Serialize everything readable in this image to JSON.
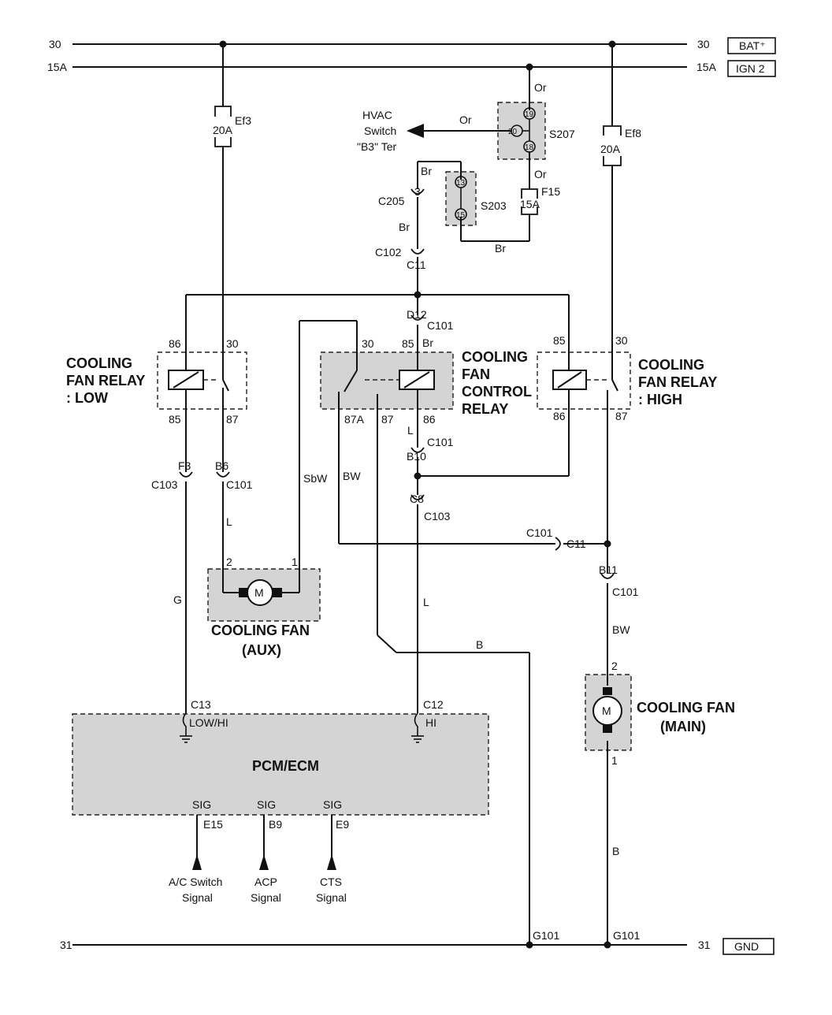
{
  "rails": {
    "bat_left": "30",
    "bat_right": "30",
    "bat_box": "BAT⁺",
    "ign_left": "15A",
    "ign_right": "15A",
    "ign_box": "IGN 2",
    "gnd_left": "31",
    "gnd_right": "31",
    "gnd_box": "GND"
  },
  "fuses": {
    "ef3_name": "Ef3",
    "ef3_rating": "20A",
    "ef8_name": "Ef8",
    "ef8_rating": "20A",
    "f15_name": "F15",
    "f15_rating": "15A"
  },
  "hvac": {
    "line1": "HVAC",
    "line2": "Switch",
    "line3": "\"B3\" Ter"
  },
  "splices": {
    "s207": "S207",
    "s207_p1": "19",
    "s207_p2": "20",
    "s207_p3": "18",
    "s203": "S203",
    "s203_p1": "13",
    "s203_p2": "15"
  },
  "connectors": {
    "c205": "C205",
    "c205_pin": "3",
    "c102": "C102",
    "c102_pin": "C11",
    "c101_d12_pin": "D12",
    "c101_d12": "C101",
    "c101_b10_pin": "B10",
    "c101_b10": "C101",
    "c103_c8_pin": "C8",
    "c103_c8": "C103",
    "c103_f3_pin": "F3",
    "c103_f3": "C103",
    "c101_b6_pin": "B6",
    "c101_b6": "C101",
    "c101_c11": "C101",
    "c101_c11_pin": "C11",
    "c101_b11_pin": "B11",
    "c101_b11": "C101"
  },
  "wires": {
    "or1": "Or",
    "or2": "Or",
    "or3": "Or",
    "br1": "Br",
    "br2": "Br",
    "br3": "Br",
    "br4": "Br",
    "l1": "L",
    "l2": "L",
    "l3": "L",
    "sbw": "SbW",
    "bw1": "BW",
    "bw2": "BW",
    "g": "G",
    "b1": "B",
    "b2": "B"
  },
  "relay_low": {
    "title1": "COOLING",
    "title2": "FAN RELAY",
    "title3": ": LOW",
    "p86": "86",
    "p30": "30",
    "p85": "85",
    "p87": "87"
  },
  "relay_ctrl": {
    "title1": "COOLING",
    "title2": "FAN",
    "title3": "CONTROL",
    "title4": "RELAY",
    "p30": "30",
    "p85": "85",
    "p87a": "87A",
    "p87": "87",
    "p86": "86"
  },
  "relay_high": {
    "title1": "COOLING",
    "title2": "FAN RELAY",
    "title3": ": HIGH",
    "p85": "85",
    "p30": "30",
    "p86": "86",
    "p87": "87"
  },
  "fan_aux": {
    "title1": "COOLING FAN",
    "title2": "(AUX)",
    "motor": "M",
    "pin2": "2",
    "pin1": "1"
  },
  "fan_main": {
    "title1": "COOLING FAN",
    "title2": "(MAIN)",
    "motor": "M",
    "pin2": "2",
    "pin1": "1"
  },
  "pcm": {
    "title": "PCM/ECM",
    "c13": "C13",
    "c13_label": "LOW/HI",
    "c12": "C12",
    "c12_label": "HI",
    "sig1": "SIG",
    "sig2": "SIG",
    "sig3": "SIG",
    "e15": "E15",
    "b9": "B9",
    "e9": "E9"
  },
  "signals": {
    "ac1": "A/C Switch",
    "ac2": "Signal",
    "acp1": "ACP",
    "acp2": "Signal",
    "cts1": "CTS",
    "cts2": "Signal"
  },
  "grounds": {
    "g101_left": "G101",
    "g101_right": "G101"
  },
  "colors": {
    "line": "#111111",
    "shade": "#d4d4d4"
  }
}
